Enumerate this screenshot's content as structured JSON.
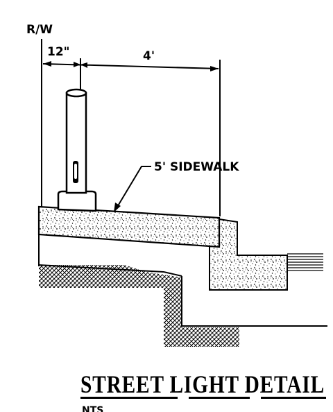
{
  "drawing": {
    "row_label": "R/W",
    "dim_left": "12\"",
    "dim_right": "4'",
    "callout": "5' SIDEWALK",
    "title": "STREET LIGHT DETAIL",
    "scale": "NTS"
  }
}
